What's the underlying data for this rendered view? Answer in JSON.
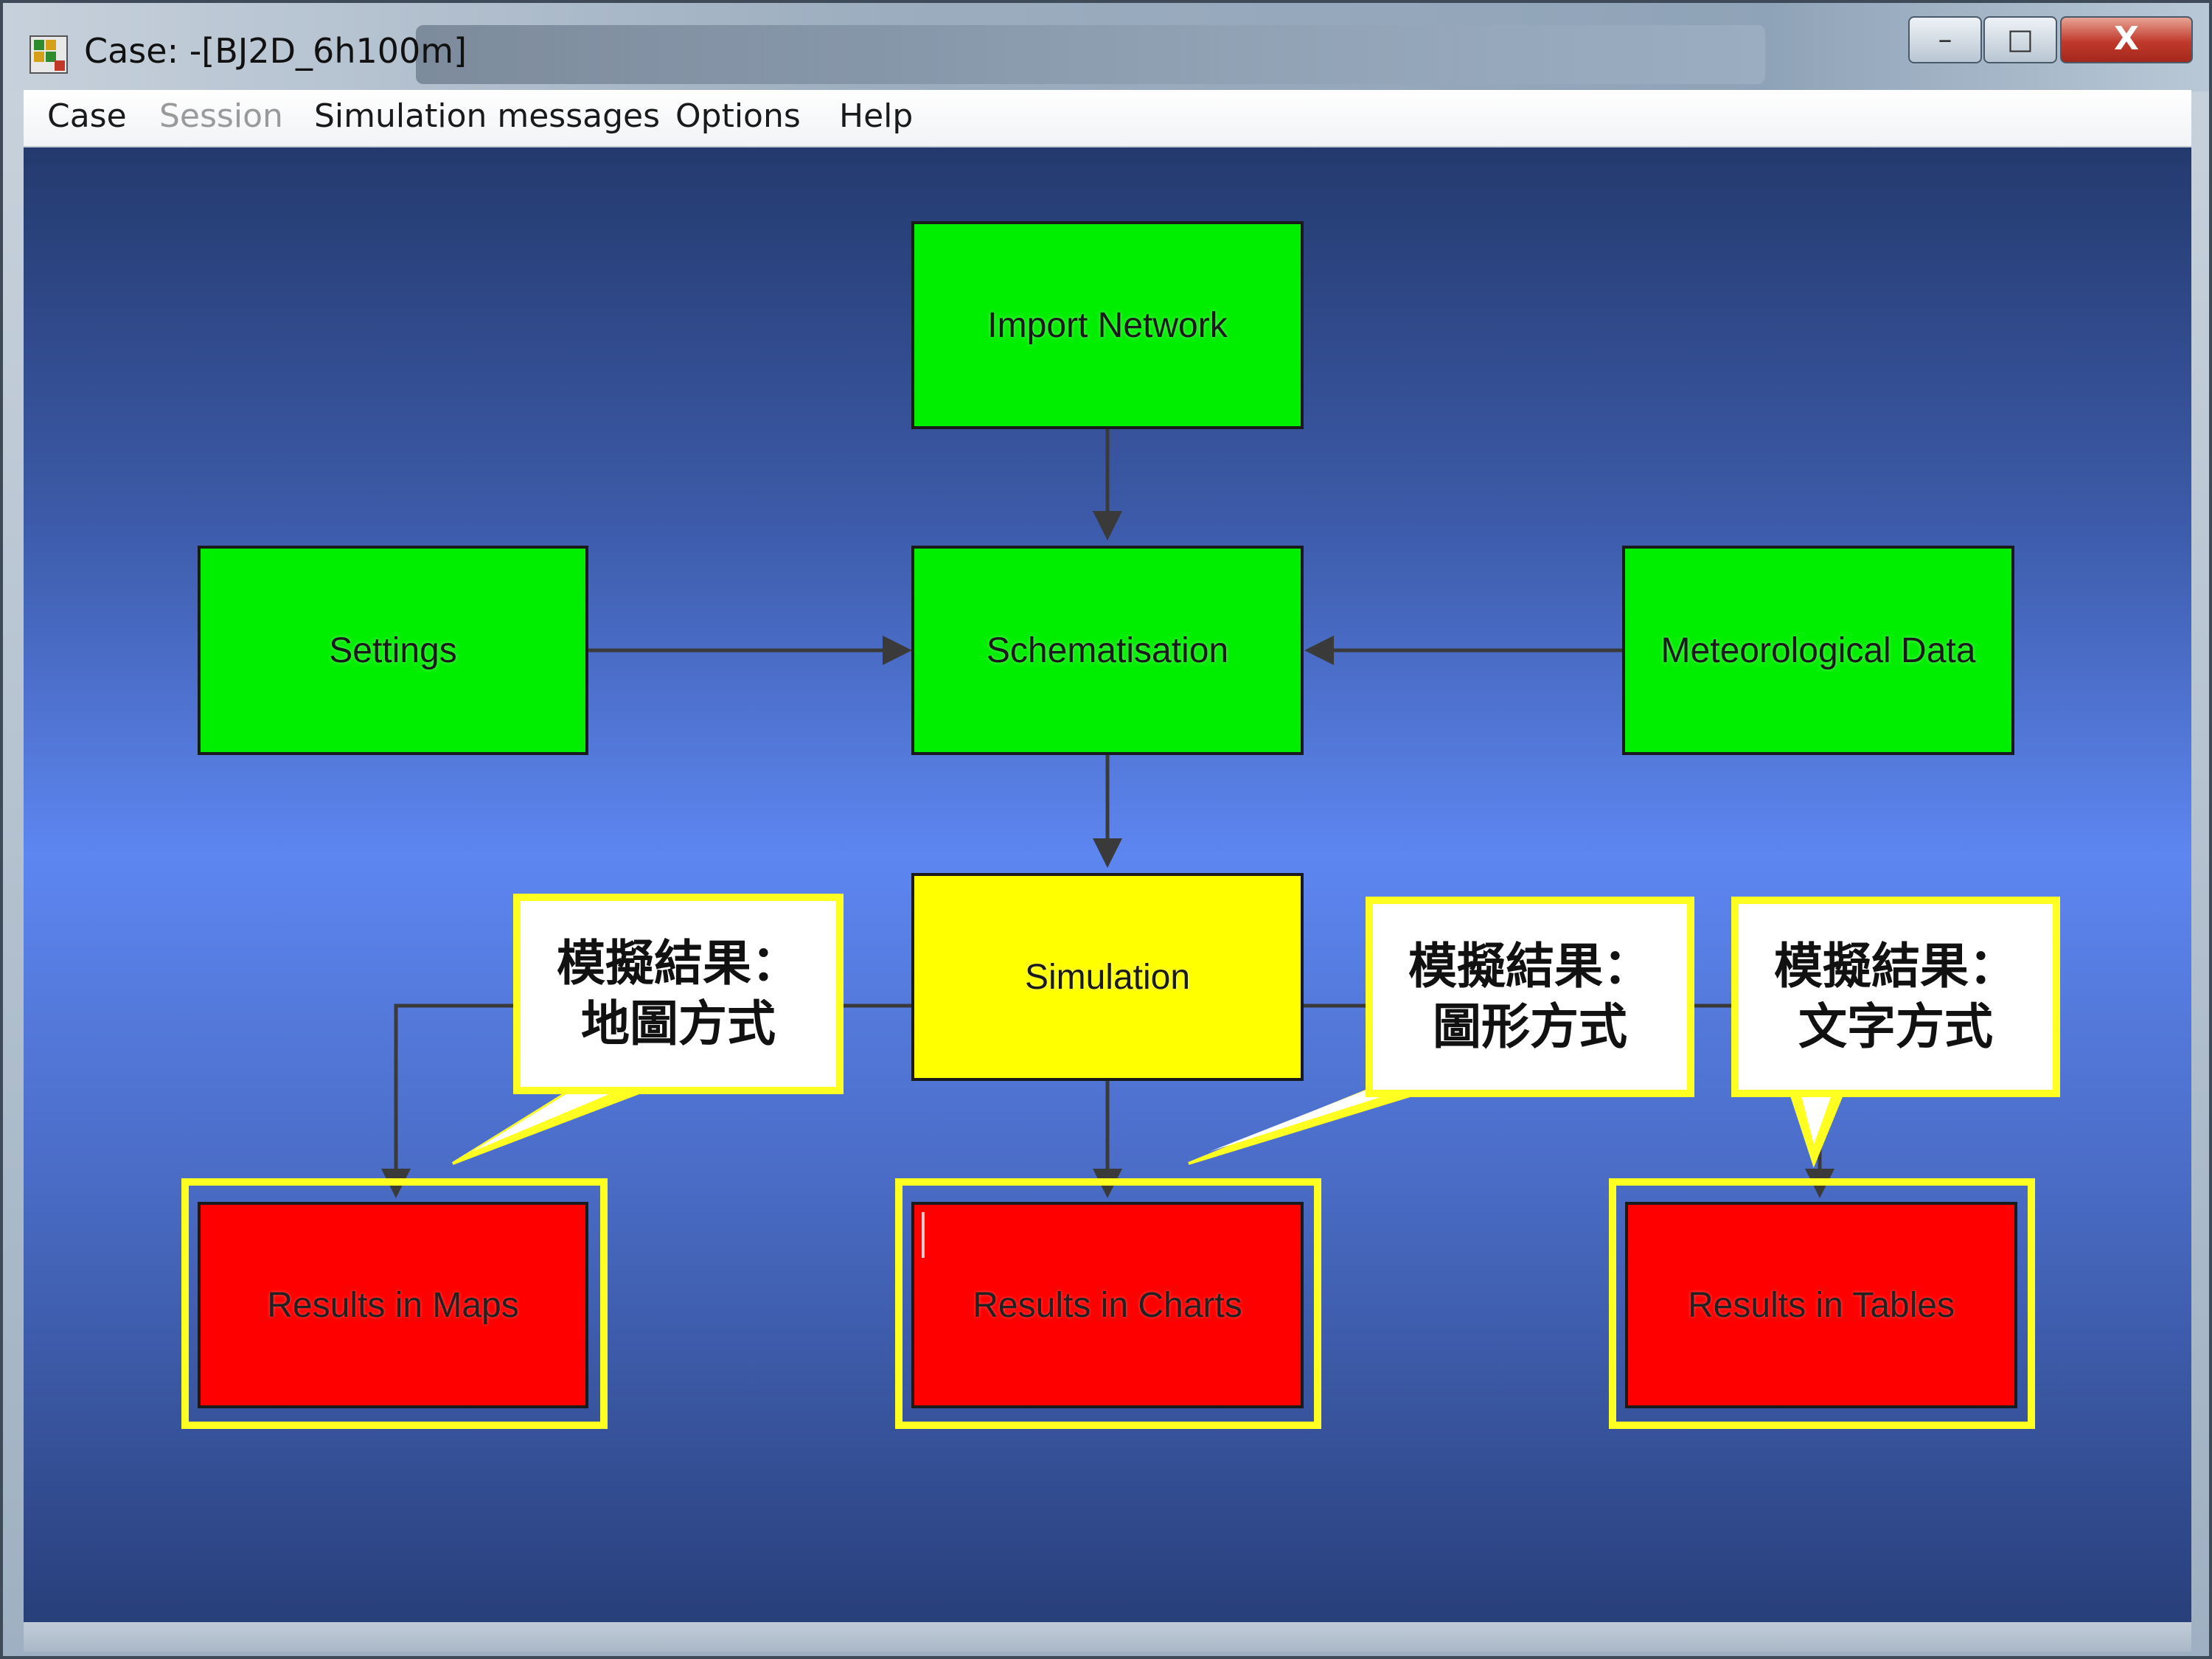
{
  "window": {
    "title": "Case: -[BJ2D_6h100m]",
    "controls": {
      "minimize": "–",
      "maximize": "□",
      "close": "X"
    }
  },
  "menu": {
    "items": [
      {
        "label": "Case",
        "enabled": true
      },
      {
        "label": "Session",
        "enabled": false
      },
      {
        "label": "Simulation messages",
        "enabled": true
      },
      {
        "label": "Options",
        "enabled": true
      },
      {
        "label": "Help",
        "enabled": true
      }
    ]
  },
  "workflow": {
    "import_network": {
      "label": "Import Network",
      "color": "#00ee00"
    },
    "settings": {
      "label": "Settings",
      "color": "#00ee00"
    },
    "schematisation": {
      "label": "Schematisation",
      "color": "#00ee00"
    },
    "meteorological": {
      "label": "Meteorological Data",
      "color": "#00ee00"
    },
    "simulation": {
      "label": "Simulation",
      "color": "#ffff00"
    },
    "results_maps": {
      "label": "Results in Maps",
      "color": "#ff0000"
    },
    "results_charts": {
      "label": "Results in Charts",
      "color": "#ff0000"
    },
    "results_tables": {
      "label": "Results in Tables",
      "color": "#ff0000"
    }
  },
  "callouts": {
    "maps": {
      "line1": "模擬結果：",
      "line2": "地圖方式"
    },
    "charts": {
      "line1": "模擬結果：",
      "line2": "圖形方式"
    },
    "tables": {
      "line1": "模擬結果：",
      "line2": "文字方式"
    }
  }
}
